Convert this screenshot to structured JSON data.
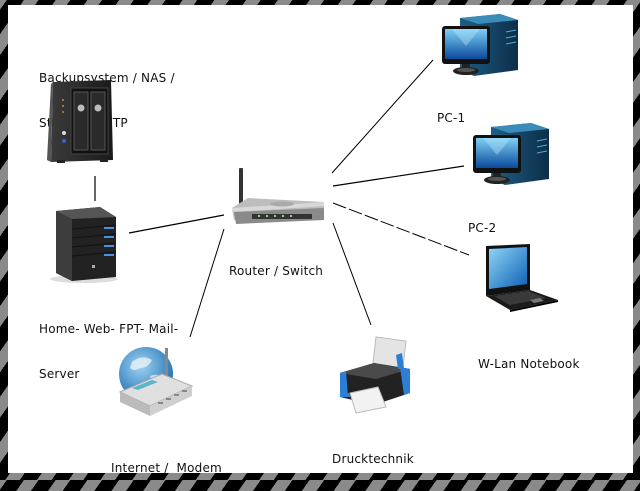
{
  "diagram": {
    "type": "network-topology",
    "border_colors": {
      "dark": "#000000",
      "light": "#8a8a8a"
    },
    "nodes": [
      {
        "id": "nas",
        "icon": "nas-storage-icon",
        "label_lines": [
          "Backupsystem / NAS /",
          "Streamrt / FTP"
        ]
      },
      {
        "id": "server",
        "icon": "tower-server-icon",
        "label_lines": [
          "Home- Web- FPT- Mail-",
          "Server"
        ]
      },
      {
        "id": "modem",
        "icon": "internet-modem-icon",
        "label_lines": [
          "Internet /  Modem"
        ]
      },
      {
        "id": "router",
        "icon": "router-icon",
        "label_lines": [
          "Router / Switch"
        ]
      },
      {
        "id": "pc1",
        "icon": "desktop-pc-icon",
        "label_lines": [
          "PC-1"
        ]
      },
      {
        "id": "pc2",
        "icon": "desktop-pc-icon",
        "label_lines": [
          "PC-2"
        ]
      },
      {
        "id": "notebook",
        "icon": "laptop-icon",
        "label_lines": [
          "W-Lan Notebook"
        ]
      },
      {
        "id": "printer",
        "icon": "printer-icon",
        "label_lines": [
          "Drucktechnik"
        ]
      }
    ],
    "edges": [
      {
        "from": "nas",
        "to": "server",
        "style": "solid"
      },
      {
        "from": "server",
        "to": "router",
        "style": "solid"
      },
      {
        "from": "modem",
        "to": "router",
        "style": "solid"
      },
      {
        "from": "router",
        "to": "pc1",
        "style": "solid"
      },
      {
        "from": "router",
        "to": "pc2",
        "style": "solid"
      },
      {
        "from": "router",
        "to": "notebook",
        "style": "dashed"
      },
      {
        "from": "router",
        "to": "printer",
        "style": "solid"
      }
    ]
  }
}
